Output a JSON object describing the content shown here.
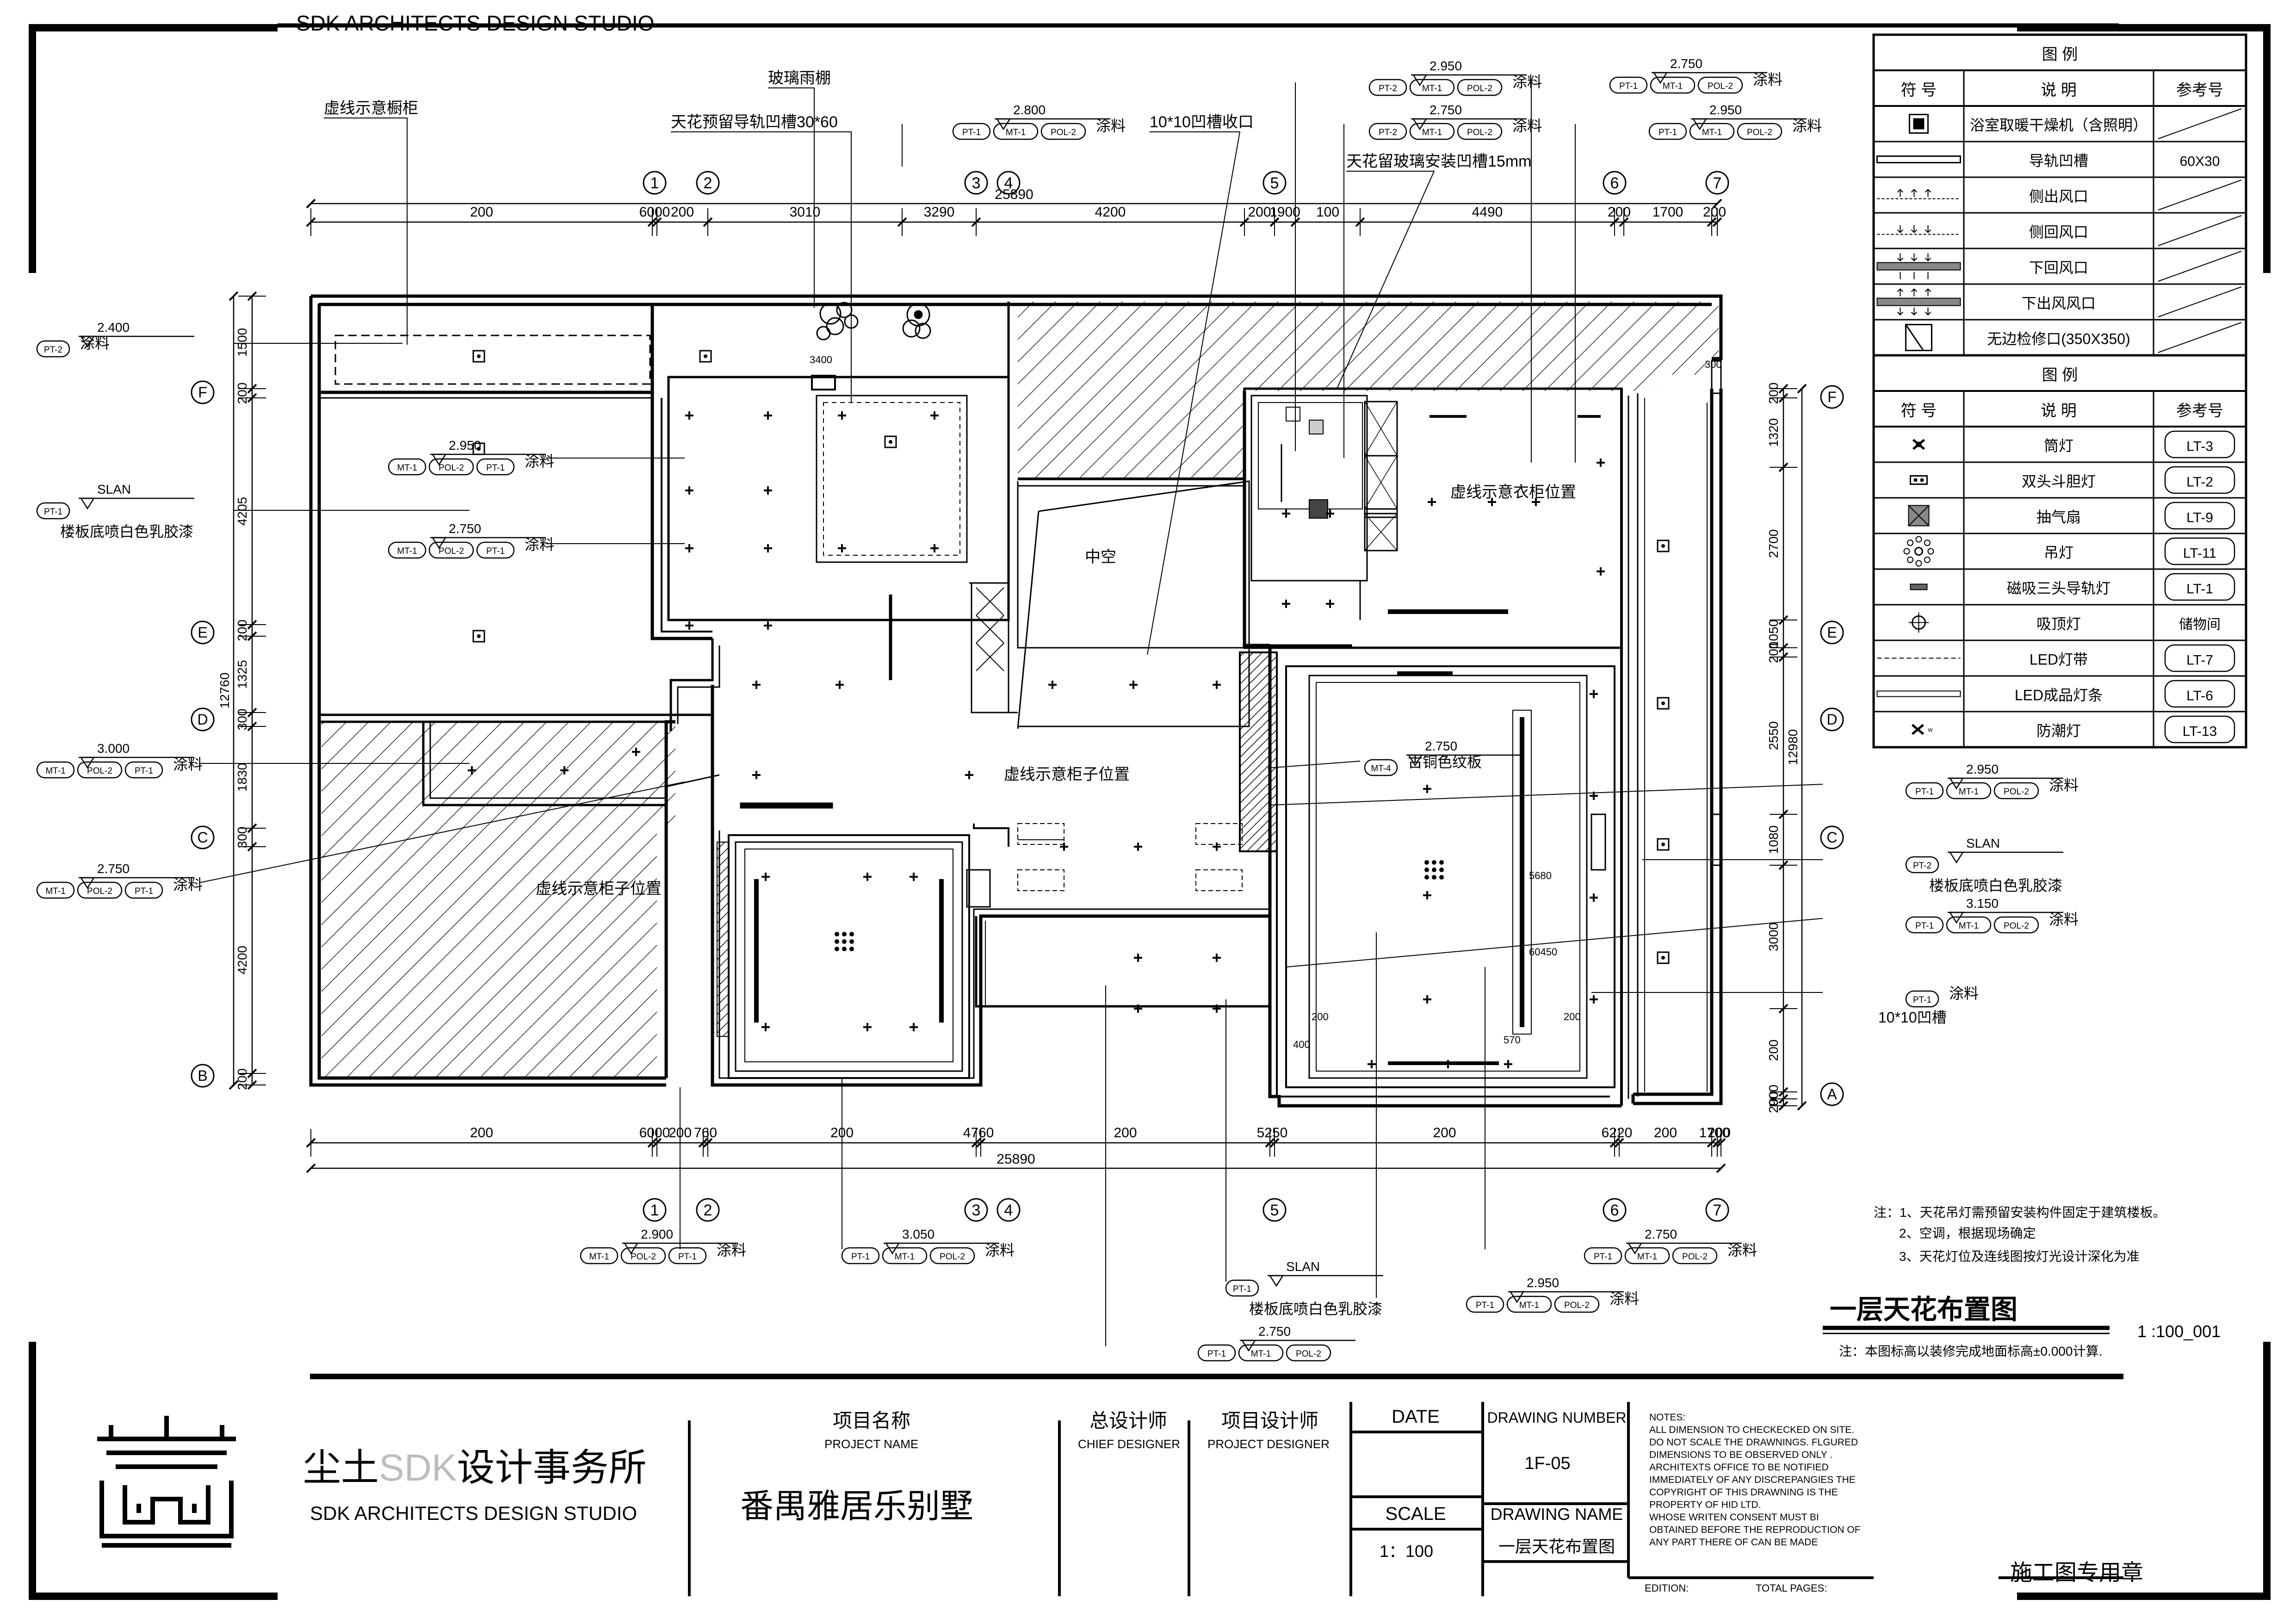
{
  "studio": {
    "header": "SDK ARCHITECTS DESIGN STUDIO"
  },
  "legend_symbols": {
    "title": "图  例",
    "col_symbol": "符 号",
    "col_desc": "说  明",
    "col_ref": "参考号",
    "rows": [
      {
        "icon": "bath-heater-icon",
        "desc": "浴室取暖干燥机（含照明）",
        "ref": ""
      },
      {
        "icon": "track-slot-icon",
        "desc": "导轨凹槽",
        "ref": "60X30"
      },
      {
        "icon": "side-supply-vent-icon",
        "desc": "侧出风口",
        "ref": ""
      },
      {
        "icon": "side-return-vent-icon",
        "desc": "侧回风口",
        "ref": ""
      },
      {
        "icon": "down-return-vent-icon",
        "desc": "下回风口",
        "ref": ""
      },
      {
        "icon": "down-supply-vent-icon",
        "desc": "下出风风口",
        "ref": ""
      },
      {
        "icon": "access-panel-icon",
        "desc": "无边检修口(350X350)",
        "ref": ""
      }
    ]
  },
  "legend_lights": {
    "title": "图  例",
    "col_symbol": "符 号",
    "col_desc": "说  明",
    "col_ref": "参考号",
    "rows": [
      {
        "icon": "downlight-icon",
        "desc": "筒灯",
        "ref": "LT-3"
      },
      {
        "icon": "double-grille-light-icon",
        "desc": "双头斗胆灯",
        "ref": "LT-2"
      },
      {
        "icon": "exhaust-fan-icon",
        "desc": "抽气扇",
        "ref": "LT-9"
      },
      {
        "icon": "pendant-light-icon",
        "desc": "吊灯",
        "ref": "LT-11"
      },
      {
        "icon": "magnetic-track-light-icon",
        "desc": "磁吸三头导轨灯",
        "ref": "LT-1"
      },
      {
        "icon": "ceiling-light-icon",
        "desc": "吸顶灯",
        "ref": "储物间"
      },
      {
        "icon": "led-strip-icon",
        "desc": "LED灯带",
        "ref": "LT-7"
      },
      {
        "icon": "led-bar-icon",
        "desc": "LED成品灯条",
        "ref": "LT-6"
      },
      {
        "icon": "moisture-proof-light-icon",
        "desc": "防潮灯",
        "ref": "LT-13"
      }
    ]
  },
  "grid": {
    "columns": [
      "1",
      "2",
      "3",
      "4",
      "5",
      "6",
      "7"
    ],
    "rows": [
      "F",
      "E",
      "D",
      "C",
      "B",
      "A"
    ]
  },
  "dims": {
    "top_total": "25890",
    "top_segments": [
      "200",
      "6000",
      "200",
      "3010",
      "3290",
      "4200",
      "200",
      "1900",
      "100",
      "4490",
      "200",
      "1700",
      "200"
    ],
    "bottom_total": "25890",
    "bottom_segments": [
      "200",
      "6000",
      "200",
      "760",
      "200",
      "4760",
      "200",
      "5250",
      "200",
      "6220",
      "200",
      "1700",
      "200"
    ],
    "left_total": "12760",
    "left_segments": [
      "1500",
      "200",
      "4205",
      "200",
      "1325",
      "300",
      "1830",
      "300",
      "4200",
      "200"
    ],
    "right_total": "12980",
    "right_segments": [
      "200",
      "1320",
      "2700",
      "1050",
      "200",
      "2550",
      "1080",
      "3000",
      "200",
      "900",
      "200"
    ]
  },
  "callouts": {
    "c01": {
      "elev": "2.400",
      "paint": "涂料",
      "tags": [
        "PT-2"
      ]
    },
    "c02": {
      "elev": "SLAN",
      "paint": "楼板底喷白色乳胶漆",
      "tags": [
        "PT-1"
      ]
    },
    "c03": {
      "elev": "2.950",
      "paint": "涂料",
      "tags": [
        "MT-1",
        "POL-2",
        "PT-1"
      ]
    },
    "c04": {
      "elev": "2.750",
      "paint": "涂料",
      "tags": [
        "MT-1",
        "POL-2",
        "PT-1"
      ]
    },
    "c05": {
      "elev": "3.000",
      "paint": "涂料",
      "tags": [
        "MT-1",
        "POL-2",
        "PT-1"
      ]
    },
    "c06": {
      "elev": "2.750",
      "paint": "涂料",
      "tags": [
        "MT-1",
        "POL-2",
        "PT-1"
      ]
    },
    "c07": {
      "elev": "2.800",
      "paint": "涂料",
      "tags": [
        "PT-1",
        "MT-1",
        "POL-2"
      ]
    },
    "c08": {
      "elev": "2.950",
      "paint": "涂料",
      "tags": [
        "PT-2",
        "MT-1",
        "POL-2"
      ]
    },
    "c09": {
      "elev": "2.750",
      "paint": "涂料",
      "tags": [
        "PT-2",
        "MT-1",
        "POL-2"
      ]
    },
    "c10": {
      "elev": "2.750",
      "paint": "涂料",
      "tags": [
        "PT-1",
        "MT-1",
        "POL-2"
      ]
    },
    "c11": {
      "elev": "2.950",
      "paint": "涂料",
      "tags": [
        "PT-1",
        "MT-1",
        "POL-2"
      ]
    },
    "c12": {
      "elev": "2.950",
      "paint": "涂料",
      "tags": [
        "PT-1",
        "MT-1",
        "POL-2"
      ]
    },
    "c13": {
      "elev": "SLAN",
      "paint": "楼板底喷白色乳胶漆",
      "tags": [
        "PT-2"
      ]
    },
    "c14": {
      "elev": "3.150",
      "paint": "涂料",
      "tags": [
        "PT-1",
        "MT-1",
        "POL-2"
      ]
    },
    "c15": {
      "elev": "",
      "paint": "涂料",
      "note": "10*10凹槽",
      "tags": [
        "PT-1"
      ]
    },
    "c16": {
      "elev": "2.900",
      "paint": "涂料",
      "tags": [
        "MT-1",
        "POL-2",
        "PT-1"
      ]
    },
    "c17": {
      "elev": "3.050",
      "paint": "涂料",
      "tags": [
        "PT-1",
        "MT-1",
        "POL-2"
      ]
    },
    "c18": {
      "elev": "SLAN",
      "paint": "楼板底喷白色乳胶漆",
      "tags": [
        "PT-1"
      ]
    },
    "c19": {
      "elev": "2.750",
      "paint": "",
      "tags": [
        "PT-1",
        "MT-1",
        "POL-2"
      ]
    },
    "c20": {
      "elev": "2.950",
      "paint": "涂料",
      "tags": [
        "PT-1",
        "MT-1",
        "POL-2"
      ]
    },
    "c21": {
      "elev": "2.750",
      "paint": "涂料",
      "tags": [
        "PT-1",
        "MT-1",
        "POL-2"
      ]
    },
    "c22": {
      "elev": "2.750",
      "paint": "古铜色纹板",
      "tags": [
        "MT-4"
      ]
    }
  },
  "plan_notes": {
    "cabinet_dashed": "虚线示意橱柜",
    "glass_canopy": "玻璃雨棚",
    "track_groove": "天花预留导轨凹槽30*60",
    "groove_finish": "10*10凹槽收口",
    "glass_groove": "天花留玻璃安装凹槽15mm",
    "void": "中空",
    "wardrobe_dashed": "虚线示意衣柜位置",
    "cabinet_pos_1": "虚线示意柜子位置",
    "cabinet_pos_2": "虚线示意柜子位置",
    "small_3400": "3400",
    "small_300": "300",
    "small_5680": "5680",
    "small_60450": "60450",
    "small_570": "570",
    "small_400": "400",
    "small_200a": "200",
    "small_200b": "200"
  },
  "notes": {
    "lines": [
      "注：1、天花吊灯需预留安装构件固定于建筑楼板。",
      "2、空调，根据现场确定",
      "3、天花灯位及连线图按灯光设计深化为准"
    ]
  },
  "drawing_title": {
    "name": "一层天花布置图",
    "scale": "1 :100_001",
    "note": "注：本图标高以装修完成地面标高±0.000计算."
  },
  "title_block": {
    "firm_cn_a": "尘土",
    "firm_cn_sdk": "SDK",
    "firm_cn_b": "设计事务所",
    "firm_en": "SDK ARCHITECTS DESIGN STUDIO",
    "project_label_cn": "项目名称",
    "project_label_en": "PROJECT NAME",
    "project_name": "番禺雅居乐别墅",
    "chief_label_cn": "总设计师",
    "chief_label_en": "CHIEF DESIGNER",
    "pd_label_cn": "项目设计师",
    "pd_label_en": "PROJECT DESIGNER",
    "date_label": "DATE",
    "scale_label": "SCALE",
    "scale_value": "1：100",
    "drawing_number_label": "DRAWING NUMBER",
    "drawing_number": "1F-05",
    "drawing_name_label": "DRAWING NAME",
    "drawing_name": "一层天花布置图",
    "notes_head": "NOTES:",
    "notes_lines": [
      "ALL DIMENSION TO CHECKECKED ON SITE.",
      "DO NOT SCALE THE DRAWNINGS. FLGURED",
      "DIMENSIONS TO BE OBSERVED ONLY .",
      "ARCHITEXTS OFFICE TO BE NOTIFIED",
      "IMMEDIATELY OF ANY DISCREPANGIES THE",
      "COPYRIGHT OF THIS DRAWNING IS THE",
      "PROPERTY OF HID LTD.",
      "WHOSE WRITEN CONSENT MUST BI",
      "OBTAINED BEFORE THE REPRODUCTION OF",
      "ANY PART THERE OF CAN BE MADE"
    ],
    "edition_label": "EDITION:",
    "total_pages_label": "TOTAL PAGES:",
    "stamp_label": "施工图专用章"
  }
}
